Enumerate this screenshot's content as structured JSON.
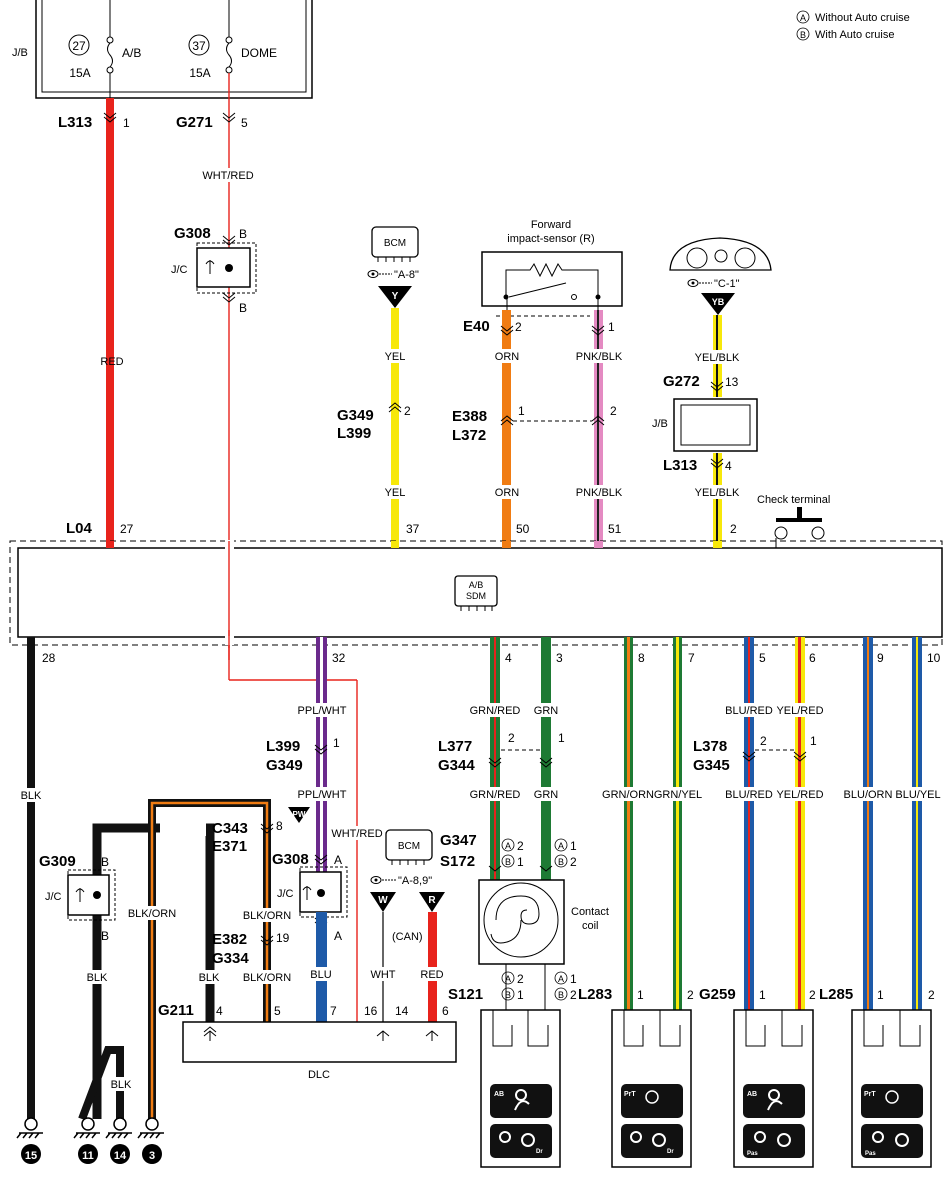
{
  "legend": {
    "a_label": "Without Auto cruise",
    "b_label": "With Auto cruise",
    "a_symbol": "A",
    "b_symbol": "B"
  },
  "jb": {
    "label": "J/B",
    "fuses": [
      {
        "number": "27",
        "rating": "15A",
        "name": "A/B"
      },
      {
        "number": "37",
        "rating": "15A",
        "name": "DOME"
      }
    ]
  },
  "connectors": {
    "l313_top": "L313",
    "l313_top_pin": "1",
    "g271": "G271",
    "g271_pin": "5",
    "g308_top": "G308",
    "g308_top_b1": "B",
    "g308_top_b2": "B",
    "jc": "J/C",
    "e40": "E40",
    "e40_pin_left": "2",
    "e40_pin_right": "1",
    "g349_top": "G349",
    "l399_top": "L399",
    "g349_pin": "2",
    "e388": "E388",
    "l372": "L372",
    "e388_pin_left": "1",
    "e388_pin_right": "2",
    "g272": "G272",
    "g272_pin": "13",
    "l313_mid": "L313",
    "l313_mid_pin": "4",
    "l04": "L04",
    "l04_pin": "27",
    "sdm_pins_top": [
      "37",
      "50",
      "51",
      "2"
    ],
    "sdm_pins_bottom": [
      "28",
      "32",
      "4",
      "3",
      "8",
      "7",
      "5",
      "6",
      "9",
      "10"
    ],
    "l399_bot": "L399",
    "g349_bot": "G349",
    "l399_pin": "1",
    "l377": "L377",
    "g344": "G344",
    "l377_pin_left": "2",
    "l377_pin_right": "1",
    "l378": "L378",
    "g345": "G345",
    "l378_pin_left": "2",
    "l378_pin_right": "1",
    "c343": "C343",
    "e371": "E371",
    "c343_pin": "8",
    "g308_bot": "G308",
    "g308_bot_a1": "A",
    "g308_bot_a2": "A",
    "g309": "G309",
    "g309_b1": "B",
    "g309_b2": "B",
    "e382": "E382",
    "g334": "G334",
    "e382_pin": "19",
    "g347": "G347",
    "s172": "S172",
    "g347_a": "2",
    "g347_b": "1",
    "s172_a": "1",
    "s172_b": "2",
    "g211": "G211",
    "dlc_pins": [
      "4",
      "5",
      "7",
      "16",
      "14",
      "6"
    ],
    "dlc": "DLC",
    "s121": "S121",
    "s121_a": "2",
    "s121_b": "1",
    "s121_a2": "1",
    "s121_b2": "2",
    "l283": "L283",
    "l283_pins": [
      "1",
      "2"
    ],
    "g259": "G259",
    "g259_pins": [
      "1",
      "2"
    ],
    "l285": "L285",
    "l285_pins": [
      "1",
      "2"
    ]
  },
  "wires": {
    "red": "RED",
    "wht_red": "WHT/RED",
    "yel": "YEL",
    "orn": "ORN",
    "pnk_blk": "PNK/BLK",
    "yel_blk": "YEL/BLK",
    "blk": "BLK",
    "ppl_wht": "PPL/WHT",
    "grn_red": "GRN/RED",
    "grn": "GRN",
    "grn_orn": "GRN/ORN",
    "grn_yel": "GRN/YEL",
    "blu_red": "BLU/RED",
    "yel_red": "YEL/RED",
    "blu_orn": "BLU/ORN",
    "blu_yel": "BLU/YEL",
    "blk_orn": "BLK/ORN",
    "blu": "BLU",
    "wht": "WHT",
    "can": "(CAN)"
  },
  "components": {
    "bcm": "BCM",
    "bcm_ref_1": "\"A-8\"",
    "bcm_ref_2": "\"A-8,9\"",
    "cluster_ref": "\"C-1\"",
    "y_tag": "Y",
    "yb_tag": "YB",
    "pw_tag": "PW",
    "w_tag": "W",
    "r_tag": "R",
    "sensor_title_1": "Forward",
    "sensor_title_2": "impact-sensor (R)",
    "jb_label": "J/B",
    "check_terminal": "Check terminal",
    "sdm_1": "A/B",
    "sdm_2": "SDM",
    "contact_coil_1": "Contact",
    "contact_coil_2": "coil"
  },
  "grounds": [
    "15",
    "11",
    "14",
    "3"
  ],
  "colors": {
    "red": "#e8231c",
    "yellow": "#f7e80a",
    "orange": "#f07c13",
    "pink": "#e48ac2",
    "purple": "#6b2a8c",
    "green": "#1e7a34",
    "blue": "#1e5aa8",
    "black": "#111111"
  }
}
